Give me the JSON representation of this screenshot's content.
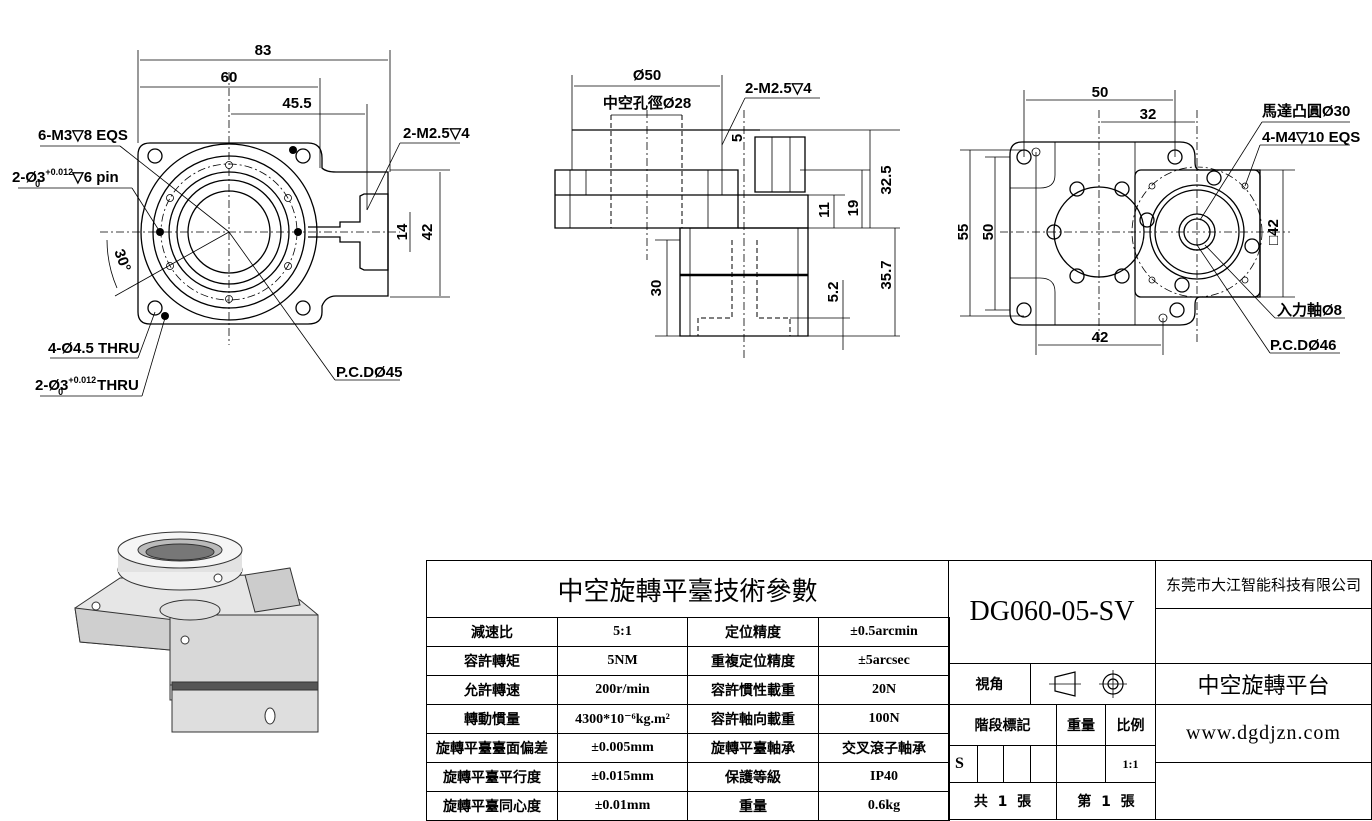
{
  "view_front": {
    "dim_83": "83",
    "dim_60": "60",
    "dim_45_5": "45.5",
    "note_m3": "6-M3▽8 EQS",
    "note_pin": "2-Ø3",
    "note_pin_tol_upper": "+0.012",
    "note_pin_tol_lower": "0",
    "note_pin_suffix": "▽6 pin",
    "note_m25": "2-M2.5▽4",
    "dim_14": "14",
    "dim_42": "42",
    "angle_30": "30°",
    "note_thru_45": "4-Ø4.5 THRU",
    "note_thru3": "2-Ø3",
    "note_thru3_tol_upper": "+0.012",
    "note_thru3_tol_lower": "0",
    "note_thru3_suffix": "THRU",
    "pcd": "P.C.DØ45"
  },
  "view_side": {
    "dim_50": "Ø50",
    "hollow": "中空孔徑Ø28",
    "note_m25": "2-M2.5▽4",
    "dim_5": "5",
    "dim_32_5": "32.5",
    "dim_11": "11",
    "dim_19": "19",
    "dim_30": "30",
    "dim_5_2": "5.2",
    "dim_35_7": "35.7"
  },
  "view_back": {
    "dim_50": "50",
    "dim_32": "32",
    "motor_boss": "馬達凸圓Ø30",
    "note_m4": "4-M4▽10 EQS",
    "dim_55": "55",
    "dim_50v": "50",
    "sq42": "□42",
    "dim_42": "42",
    "input_shaft": "入力軸Ø8",
    "pcd": "P.C.DØ46"
  },
  "spec_table": {
    "title": "中空旋轉平臺技術參數",
    "rows": [
      [
        "減速比",
        "5:1",
        "定位精度",
        "±0.5arcmin"
      ],
      [
        "容許轉矩",
        "5NM",
        "重複定位精度",
        "±5arcsec"
      ],
      [
        "允許轉速",
        "200r/min",
        "容許慣性載重",
        "20N"
      ],
      [
        "轉動慣量",
        "4300*10⁻⁶kg.m²",
        "容許軸向載重",
        "100N"
      ],
      [
        "旋轉平臺臺面偏差",
        "±0.005mm",
        "旋轉平臺軸承",
        "交叉滾子軸承"
      ],
      [
        "旋轉平臺平行度",
        "±0.015mm",
        "保護等級",
        "IP40"
      ],
      [
        "旋轉平臺同心度",
        "±0.01mm",
        "重量",
        "0.6kg"
      ]
    ]
  },
  "title_block": {
    "model": "DG060-05-SV",
    "company": "东莞市大江智能科技有限公司",
    "view_label": "視角",
    "product_name": "中空旋轉平台",
    "stage_label": "階段標記",
    "weight_label": "重量",
    "scale_label": "比例",
    "stage_value": "S",
    "scale_value": "1:1",
    "website": "www.dgdjzn.com",
    "total_sheets": "共  1  張",
    "sheet_no": "第  1  張"
  }
}
